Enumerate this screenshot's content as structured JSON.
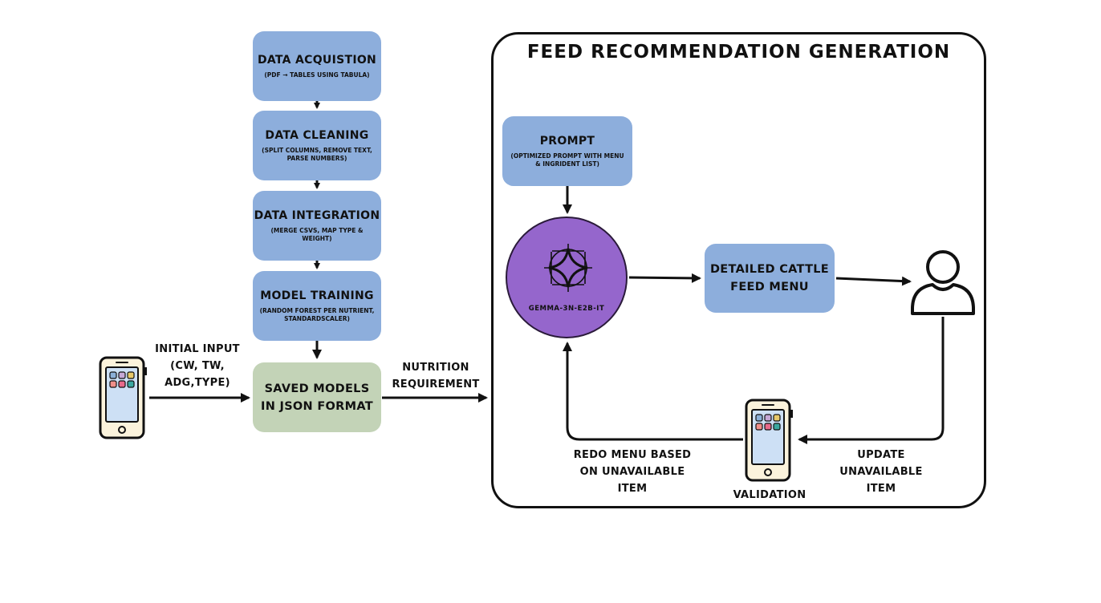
{
  "pipeline": {
    "acquisition": {
      "title": "DATA ACQUISTION",
      "detail": "(PDF → TABLES USING TABULA)"
    },
    "cleaning": {
      "title": "DATA CLEANING",
      "detail": "(SPLIT COLUMNS, REMOVE TEXT, PARSE NUMBERS)"
    },
    "integration": {
      "title": "DATA INTEGRATION",
      "detail": "(MERGE CSVS, MAP TYPE & WEIGHT)"
    },
    "training": {
      "title": "MODEL TRAINING",
      "detail": "(RANDOM FOREST PER NUTRIENT, STANDARDSCALER)"
    },
    "saved": {
      "line1": "SAVED MODELS",
      "line2": "IN JSON FORMAT"
    }
  },
  "input_label": {
    "line1": "INITIAL INPUT",
    "line2": "(CW, TW,",
    "line3": "ADG,TYPE)"
  },
  "nutrition_label": {
    "line1": "NUTRITION",
    "line2": "REQUIREMENT"
  },
  "feed_generation": {
    "title": "FEED RECOMMENDATION GENERATION",
    "prompt": {
      "title": "PROMPT",
      "detail": "(OPTIMIZED PROMPT WITH MENU & INGRIDENT LIST)"
    },
    "model_name": "GEMMA-3N-E2B-IT",
    "menu": {
      "line1": "DETAILED CATTLE",
      "line2": "FEED MENU"
    },
    "validation": "VALIDATION",
    "redo_label": {
      "line1": "REDO MENU BASED",
      "line2": "ON UNAVAILABLE",
      "line3": "ITEM"
    },
    "update_label": {
      "line1": "UPDATE",
      "line2": "UNAVAILABLE",
      "line3": "ITEM"
    }
  },
  "colors": {
    "process_box": "#8daedc",
    "saved_box": "#c3d3b7",
    "model_circle": "#9566cc",
    "phone_body": "#fbf3dc",
    "phone_screen": "#cde0f5",
    "app_tiles": [
      "#8cb0d8",
      "#c6a8d6",
      "#e6c86a",
      "#f0908a",
      "#e86a8a",
      "#3aa8a0"
    ]
  },
  "icons": {
    "input_device": "smartphone-icon",
    "validation_device": "smartphone-icon",
    "model": "sparkle-crosshair-icon",
    "user": "user-icon"
  }
}
